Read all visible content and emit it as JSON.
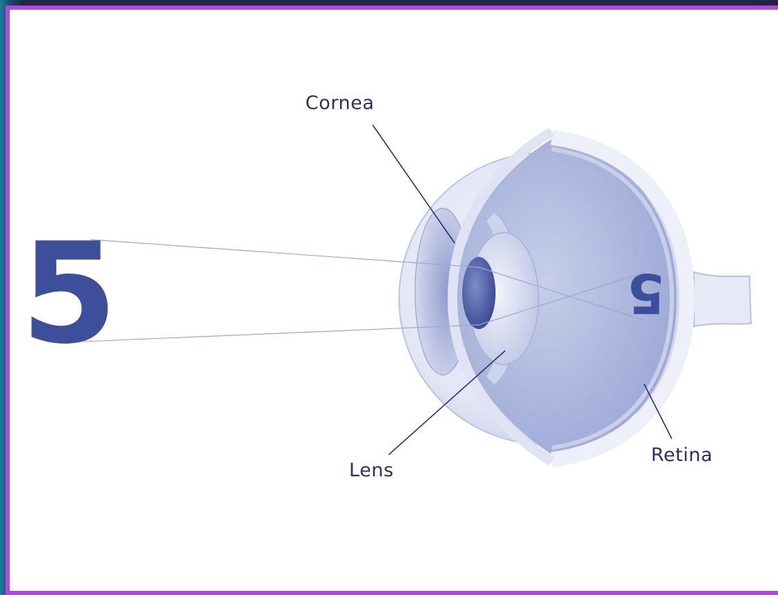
{
  "labels": {
    "cornea": "Cornea",
    "lens": "Lens",
    "retina": "Retina"
  },
  "object_digit": "5",
  "image_digit": "5",
  "colors": {
    "frame_border": "#b845e0",
    "label_text": "#2b2e6b",
    "digit": "#3d4f9a",
    "eye_interior": "#a9b4dc",
    "background_outer": "#1c2a45"
  }
}
